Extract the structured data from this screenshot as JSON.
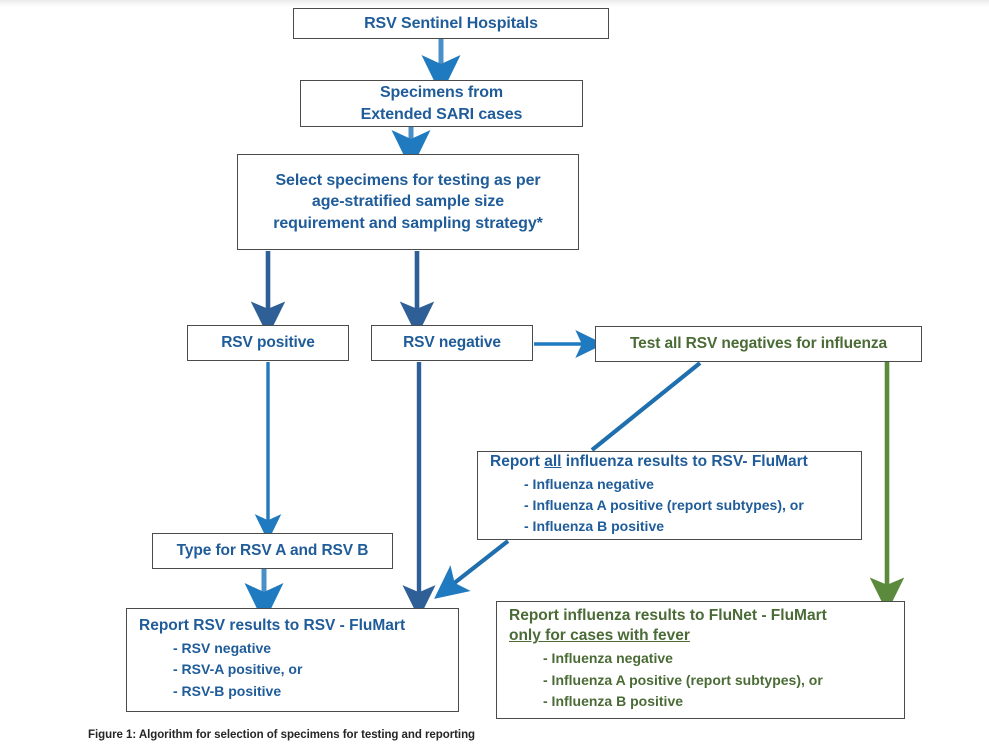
{
  "figure": {
    "caption": "Figure 1: Algorithm for selection of specimens for testing and reporting",
    "colors": {
      "blue_text": "#1f5c99",
      "green_text": "#4a6b36",
      "arrow_dark_blue": "#2e5f96",
      "arrow_bright_blue": "#1f7ac0",
      "arrow_green": "#5b8a3c",
      "box_border": "#4b4b4b"
    }
  },
  "nodes": {
    "hospitals": {
      "title": "RSV Sentinel Hospitals"
    },
    "specimens": {
      "title": "Specimens from\nExtended SARI cases"
    },
    "select": {
      "title": "Select specimens for testing as per\nage-stratified sample size\nrequirement and sampling strategy*"
    },
    "rsv_positive": {
      "title": "RSV positive"
    },
    "rsv_negative": {
      "title": "RSV negative"
    },
    "test_influenza": {
      "title": "Test all RSV negatives for influenza"
    },
    "report_all_flu": {
      "header_pre": "Report ",
      "header_underline": "all",
      "header_post": " influenza results to RSV- FluMart",
      "bullets": [
        "- Influenza negative",
        "- Influenza A positive (report subtypes), or",
        "- Influenza B positive"
      ]
    },
    "type_rsv": {
      "title": "Type for RSV A and RSV B"
    },
    "report_rsv": {
      "header": "Report RSV results to RSV - FluMart",
      "bullets": [
        "- RSV negative",
        "- RSV-A positive, or",
        "- RSV-B positive"
      ]
    },
    "report_flu": {
      "header_line1": "Report influenza results to FluNet - FluMart",
      "header_line2_underline": "only for cases with fever",
      "bullets": [
        "- Influenza negative",
        "- Influenza A positive (report subtypes), or",
        "- Influenza B positive"
      ]
    }
  },
  "edges": [
    {
      "name": "hospitals-to-specimens",
      "style": "bright-blue-down"
    },
    {
      "name": "specimens-to-select",
      "style": "bright-blue-down"
    },
    {
      "name": "select-to-rsv-positive",
      "style": "dark-blue-down"
    },
    {
      "name": "select-to-rsv-negative",
      "style": "dark-blue-down"
    },
    {
      "name": "rsv-negative-to-test-influenza",
      "style": "bright-blue-right"
    },
    {
      "name": "rsv-positive-to-type-rsv",
      "style": "bright-blue-down"
    },
    {
      "name": "type-rsv-to-report-rsv",
      "style": "bright-blue-down"
    },
    {
      "name": "rsv-negative-to-report-rsv",
      "style": "dark-blue-down"
    },
    {
      "name": "test-influenza-to-report-all-flu",
      "style": "blue-diagonal-no-head"
    },
    {
      "name": "report-all-flu-to-report-rsv",
      "style": "blue-diagonal-arrow"
    },
    {
      "name": "test-influenza-to-report-flu",
      "style": "green-down"
    }
  ]
}
